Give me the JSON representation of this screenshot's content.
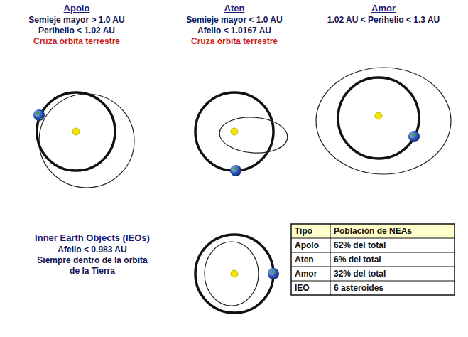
{
  "diagram": {
    "labels": [
      "Apolo",
      "Semieje mayor > 1.0 AU",
      "Perihelio < 1.02 AU",
      "Cruza órbita terrestre",
      "Aten",
      "Semieje mayor < 1.0 AU",
      "Afelio < 1.0167 AU",
      "Cruza órbita terrestre",
      "Amor",
      "1.02 AU < Perihelio < 1.3 AU",
      "Inner Earth Objects (IEOs)",
      "Afelio < 0.983 AU",
      "Siempre dentro de la órbita de la Tierra",
      "Tipo",
      "Población de NEAs",
      "Apolo",
      "62% del total",
      "Aten",
      "6% del total",
      "Amor",
      "32% del total",
      "IEO",
      "6 asteroides"
    ]
  }
}
